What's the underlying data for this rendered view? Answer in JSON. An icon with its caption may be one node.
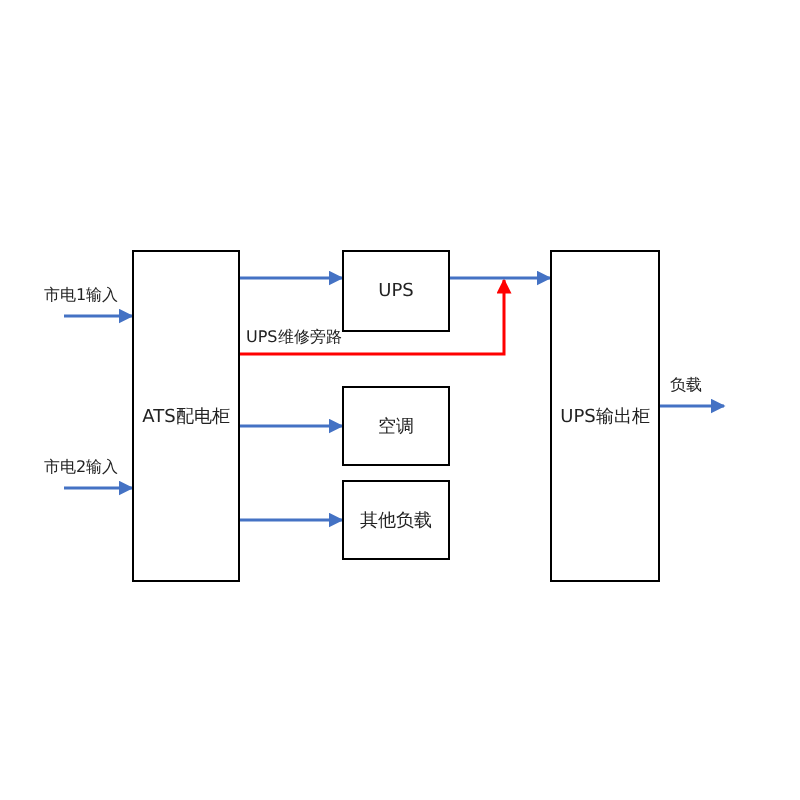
{
  "diagram": {
    "nodes": [
      {
        "text": [
          "ATS配电柜"
        ]
      },
      {
        "text": [
          "UPS"
        ]
      },
      {
        "text": [
          "空调"
        ]
      },
      {
        "text": [
          "其他负载"
        ]
      },
      {
        "text": [
          "UPS输出柜"
        ]
      }
    ],
    "edges": [
      {
        "from": null,
        "to": 0,
        "arrow": "to",
        "label": "市电1输入"
      },
      {
        "from": null,
        "to": 0,
        "arrow": "to",
        "label": "市电2输入"
      },
      {
        "from": 0,
        "to": 1,
        "arrow": "to"
      },
      {
        "from": 0,
        "to": 4,
        "arrow": "to",
        "label": "UPS维修旁路",
        "color": "#ff0000"
      },
      {
        "from": 0,
        "to": 2,
        "arrow": "to"
      },
      {
        "from": 0,
        "to": 3,
        "arrow": "to"
      },
      {
        "from": 1,
        "to": 4,
        "arrow": "to"
      },
      {
        "from": 4,
        "to": null,
        "arrow": "to",
        "label": "负载"
      }
    ]
  }
}
